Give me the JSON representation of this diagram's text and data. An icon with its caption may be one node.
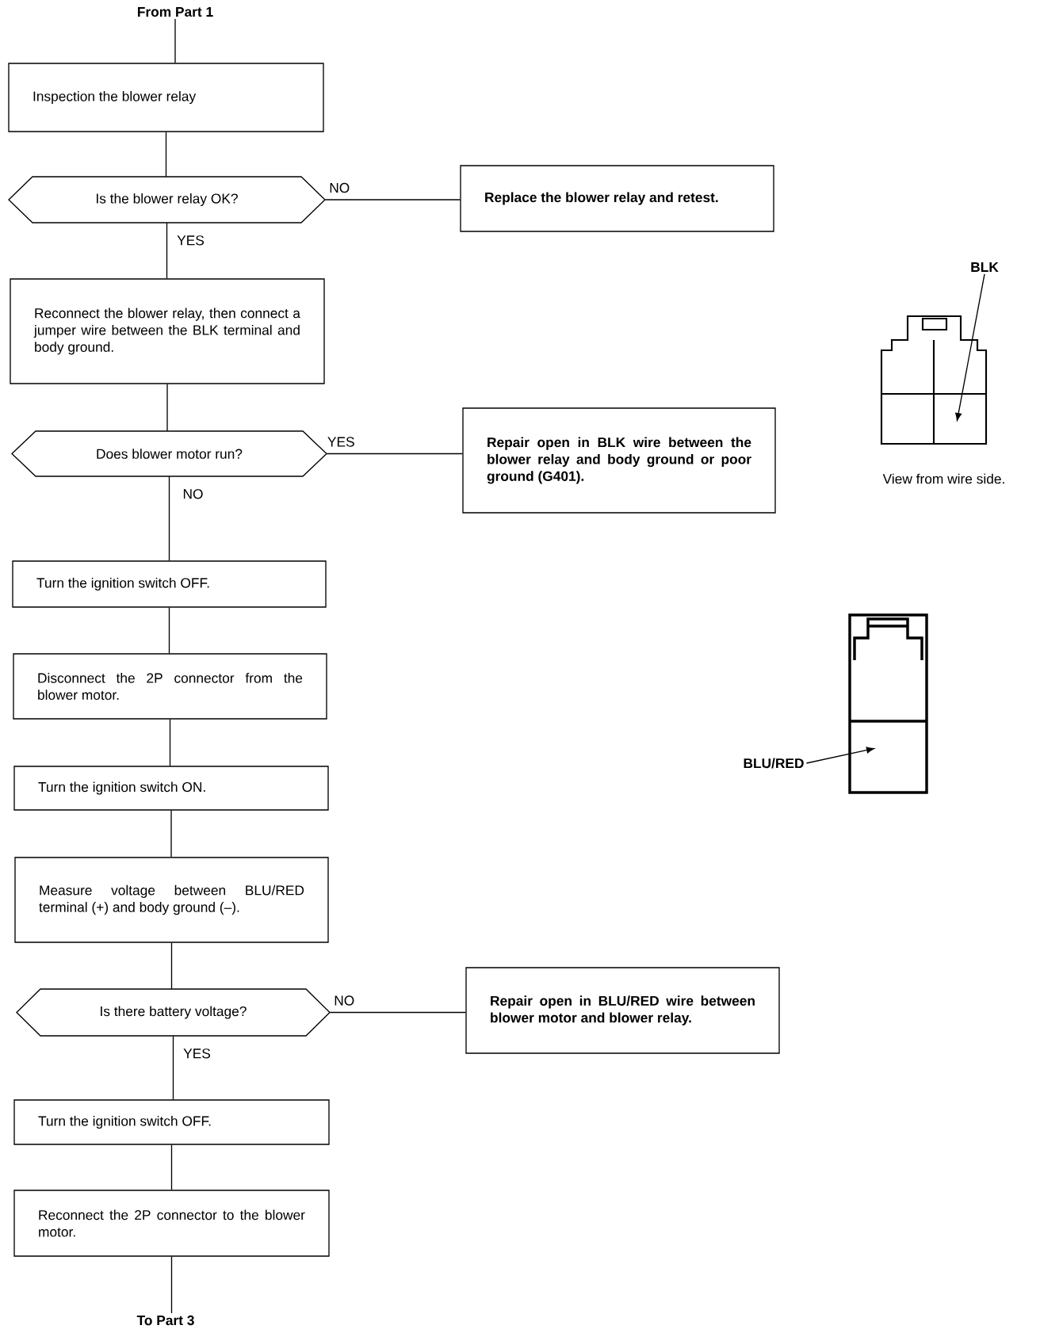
{
  "diagram": {
    "nodes": [
      {
        "text": [
          "From Part 1"
        ]
      },
      {
        "text": [
          "Inspection the blower relay"
        ]
      },
      {
        "text": [
          "Is the blower relay OK?"
        ]
      },
      {
        "text": [
          "Replace the blower relay and retest."
        ]
      },
      {
        "text": [
          "Reconnect the blower relay, then connect a jumper wire between the BLK terminal and body ground."
        ]
      },
      {
        "text": [
          "Does blower motor run?"
        ]
      },
      {
        "text": [
          "Repair open in BLK wire between the blower relay and body ground or poor ground (G401)."
        ]
      },
      {
        "text": [
          "Turn the ignition switch OFF."
        ]
      },
      {
        "text": [
          "Disconnect the 2P connector from the blower motor."
        ]
      },
      {
        "text": [
          "Turn the ignition switch ON."
        ]
      },
      {
        "text": [
          "Measure voltage between BLU/RED terminal (+) and body ground (–)."
        ]
      },
      {
        "text": [
          "Is there battery voltage?"
        ]
      },
      {
        "text": [
          "Repair open in BLU/RED wire between blower motor and blower relay."
        ]
      },
      {
        "text": [
          "Turn the ignition switch OFF."
        ]
      },
      {
        "text": [
          "Reconnect the 2P connector to the blower motor."
        ]
      },
      {
        "text": [
          "To Part 3"
        ]
      },
      {
        "text": [
          "BLK"
        ]
      },
      {
        "text": [
          "BLU/RED"
        ]
      }
    ],
    "edges": [
      {
        "from": 0,
        "to": 1,
        "arrow": "none"
      },
      {
        "from": 1,
        "to": 2,
        "arrow": "none"
      },
      {
        "from": 2,
        "to": 3,
        "arrow": "none",
        "label": "NO"
      },
      {
        "from": 2,
        "to": 4,
        "arrow": "none",
        "label": "YES"
      },
      {
        "from": 4,
        "to": 5,
        "arrow": "none"
      },
      {
        "from": 5,
        "to": 6,
        "arrow": "none",
        "label": "YES"
      },
      {
        "from": 5,
        "to": 7,
        "arrow": "none",
        "label": "NO"
      },
      {
        "from": 7,
        "to": 8,
        "arrow": "none"
      },
      {
        "from": 8,
        "to": 9,
        "arrow": "none"
      },
      {
        "from": 9,
        "to": 10,
        "arrow": "none"
      },
      {
        "from": 10,
        "to": 11,
        "arrow": "none"
      },
      {
        "from": 11,
        "to": 12,
        "arrow": "none",
        "label": "NO"
      },
      {
        "from": 11,
        "to": 13,
        "arrow": "none",
        "label": "YES"
      },
      {
        "from": 13,
        "to": 14,
        "arrow": "none"
      },
      {
        "from": 14,
        "to": 15,
        "arrow": "none"
      },
      {
        "from": 16,
        "to": null,
        "arrow": "to"
      },
      {
        "from": 17,
        "to": null,
        "arrow": "to"
      }
    ],
    "labels": [
      "View from wire side."
    ]
  }
}
